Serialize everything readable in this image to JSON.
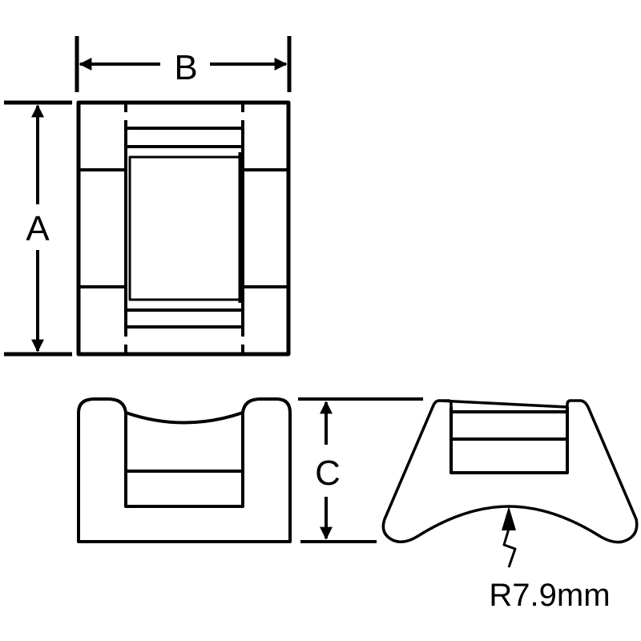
{
  "dimensions": {
    "a_label": "A",
    "b_label": "B",
    "c_label": "C",
    "radius_label": "R7.9mm"
  },
  "colors": {
    "line": "#000000",
    "background": "#ffffff"
  }
}
